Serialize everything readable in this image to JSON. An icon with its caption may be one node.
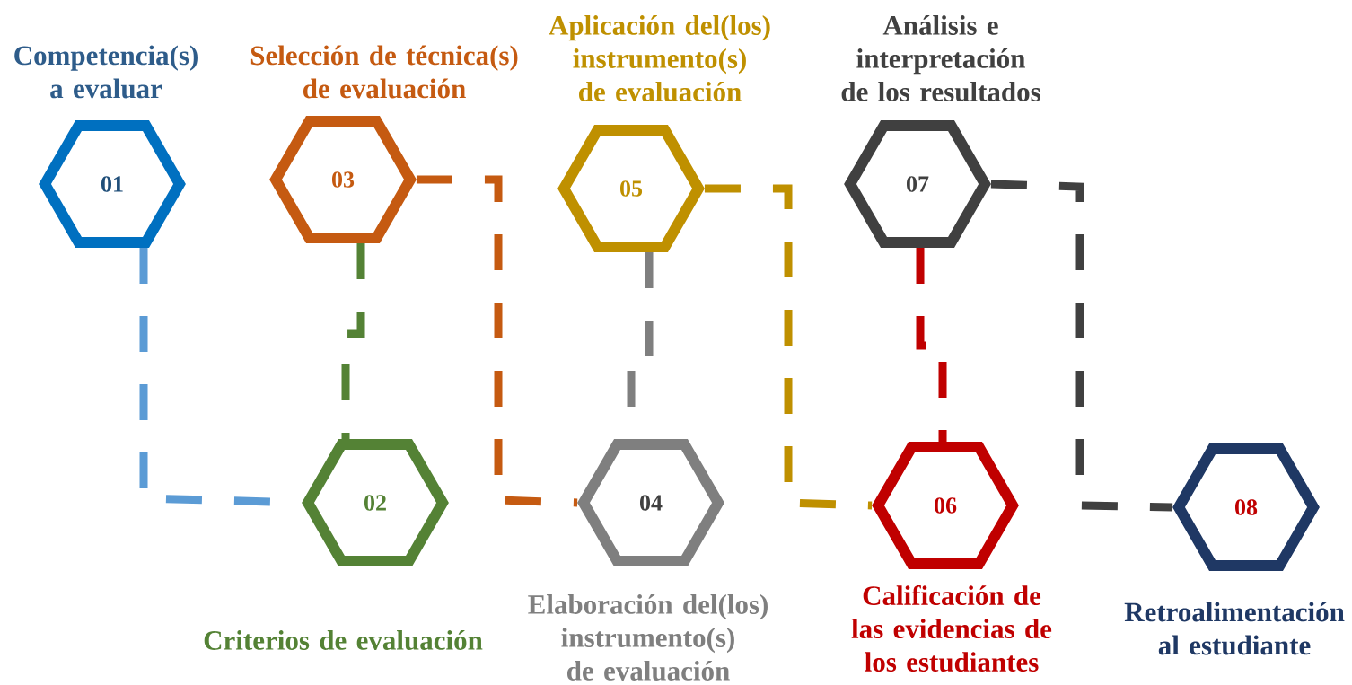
{
  "diagram": {
    "nodes": [
      {
        "text": [
          "01"
        ],
        "beside": [
          "Competencia(s) a evaluar"
        ]
      },
      {
        "text": [
          "02"
        ],
        "beside": [
          "Criterios de evaluación"
        ]
      },
      {
        "text": [
          "03"
        ],
        "beside": [
          "Selección de técnica(s) de evaluación"
        ]
      },
      {
        "text": [
          "04"
        ],
        "beside": [
          "Elaboración del(los) instrumento(s) de evaluación"
        ]
      },
      {
        "text": [
          "05"
        ],
        "beside": [
          "Aplicación del(los) instrumento(s) de evaluación"
        ]
      },
      {
        "text": [
          "06"
        ],
        "beside": [
          "Calificación de las evidencias de los estudiantes"
        ]
      },
      {
        "text": [
          "07"
        ],
        "beside": [
          "Análisis e interpretación de los resultados"
        ]
      },
      {
        "text": [
          "08"
        ],
        "beside": [
          "Retroalimentación al estudiante"
        ]
      }
    ],
    "edges": [
      {
        "from": 0,
        "to": 1,
        "arrow": "none",
        "style": "dashed",
        "color": "#5b9bd5"
      },
      {
        "from": 2,
        "to": 1,
        "arrow": "none",
        "style": "dashed",
        "color": "#548235"
      },
      {
        "from": 2,
        "to": 3,
        "arrow": "none",
        "style": "dashed",
        "color": "#c55a11"
      },
      {
        "from": 4,
        "to": 3,
        "arrow": "none",
        "style": "dashed",
        "color": "#7f7f7f"
      },
      {
        "from": 4,
        "to": 5,
        "arrow": "none",
        "style": "dashed",
        "color": "#bf9000"
      },
      {
        "from": 6,
        "to": 5,
        "arrow": "none",
        "style": "dashed",
        "color": "#c00000"
      },
      {
        "from": 6,
        "to": 7,
        "arrow": "none",
        "style": "dashed",
        "color": "#404040"
      }
    ]
  }
}
